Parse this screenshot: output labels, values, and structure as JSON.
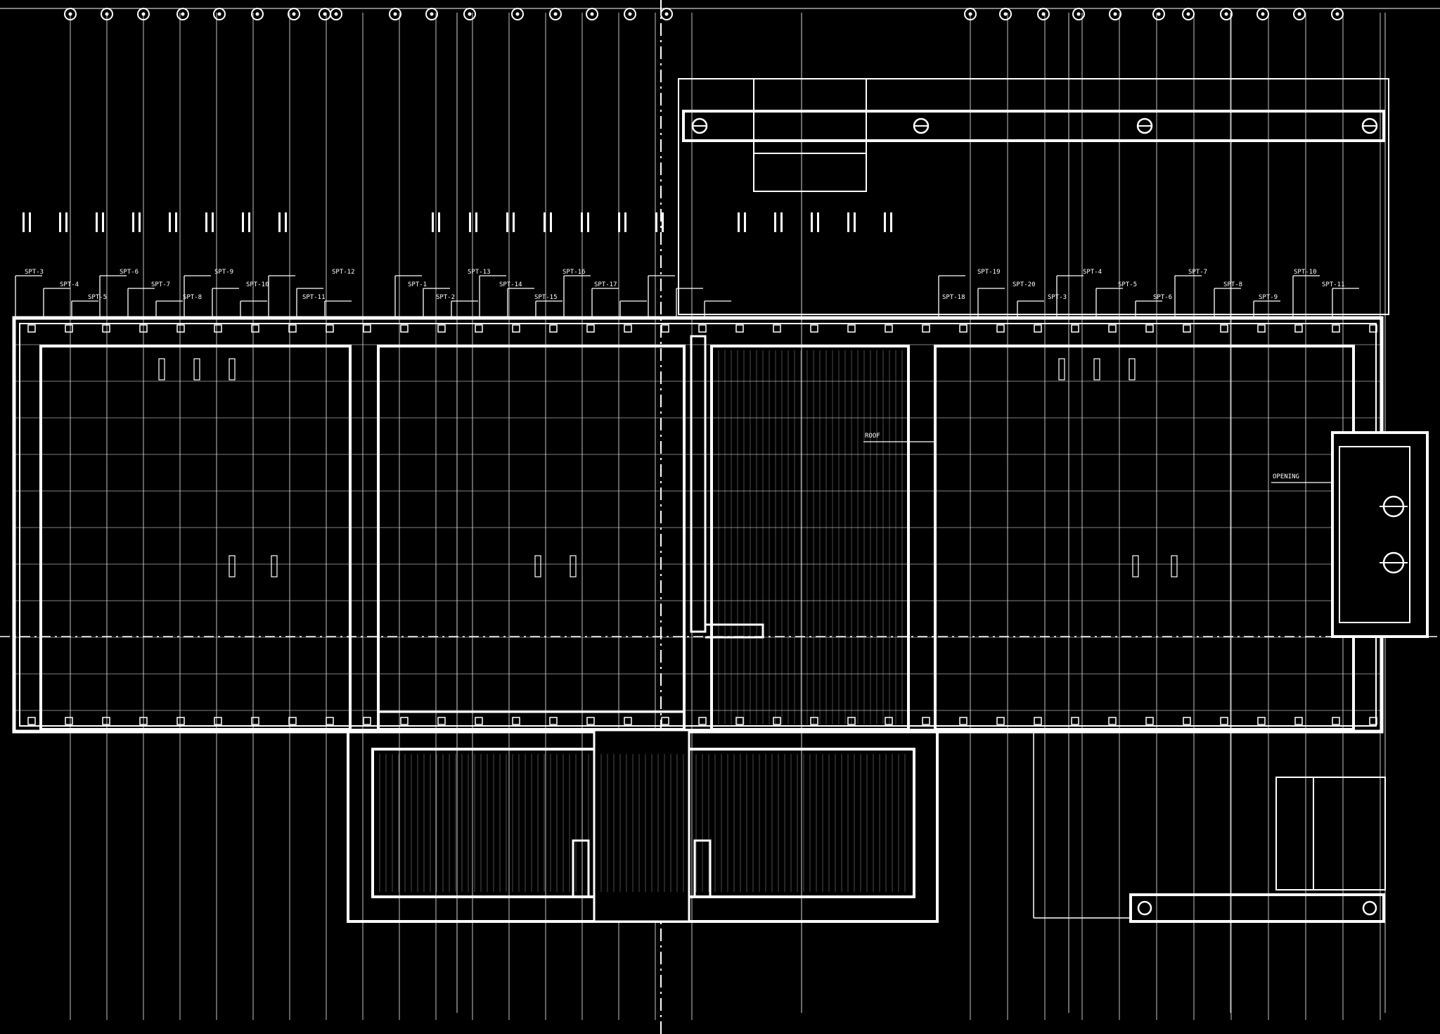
{
  "drawing": {
    "background": "#000000",
    "line_color": "#ffffff",
    "grid_color": "#d8d8d8",
    "labels": [
      "SPT-3",
      "SPT-4",
      "SPT-5",
      "SPT-6",
      "SPT-7",
      "SPT-8",
      "SPT-9",
      "SPT-10",
      "SPT-11",
      "SPT-12",
      "SPT-1",
      "SPT-2",
      "SPT-13",
      "SPT-14",
      "SPT-15",
      "SPT-16",
      "SPT-17",
      "SPT-18",
      "SPT-19",
      "SPT-20"
    ],
    "callouts": [
      "ROOF",
      "OPENING"
    ]
  }
}
